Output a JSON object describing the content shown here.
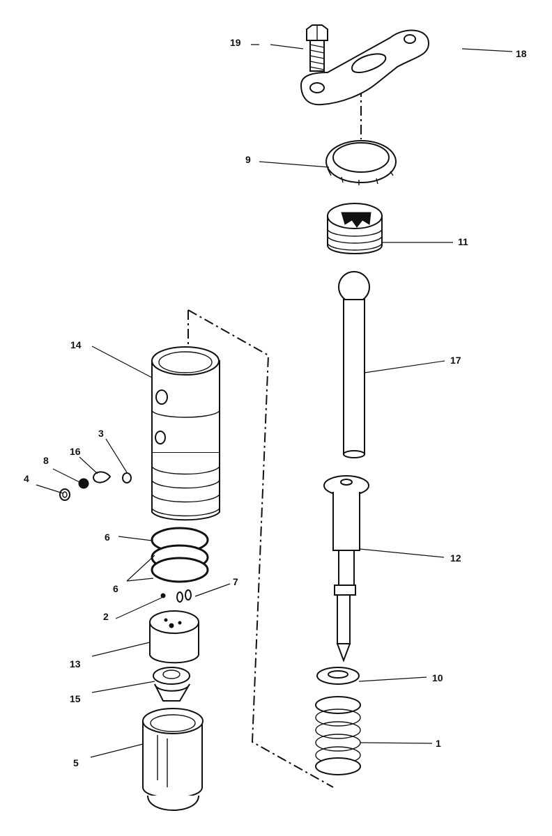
{
  "diagram": {
    "colors": {
      "ink": "#111111",
      "paper": "#ffffff"
    },
    "callouts": [
      {
        "id": "1",
        "label": "1"
      },
      {
        "id": "2",
        "label": "2"
      },
      {
        "id": "3",
        "label": "3"
      },
      {
        "id": "4",
        "label": "4"
      },
      {
        "id": "5",
        "label": "5"
      },
      {
        "id": "6a",
        "label": "6"
      },
      {
        "id": "6b",
        "label": "6"
      },
      {
        "id": "7",
        "label": "7"
      },
      {
        "id": "8",
        "label": "8"
      },
      {
        "id": "9",
        "label": "9"
      },
      {
        "id": "10",
        "label": "10"
      },
      {
        "id": "11",
        "label": "11"
      },
      {
        "id": "12",
        "label": "12"
      },
      {
        "id": "13",
        "label": "13"
      },
      {
        "id": "14",
        "label": "14"
      },
      {
        "id": "15",
        "label": "15"
      },
      {
        "id": "16",
        "label": "16"
      },
      {
        "id": "17",
        "label": "17"
      },
      {
        "id": "18",
        "label": "18"
      },
      {
        "id": "19",
        "label": "19"
      }
    ]
  }
}
